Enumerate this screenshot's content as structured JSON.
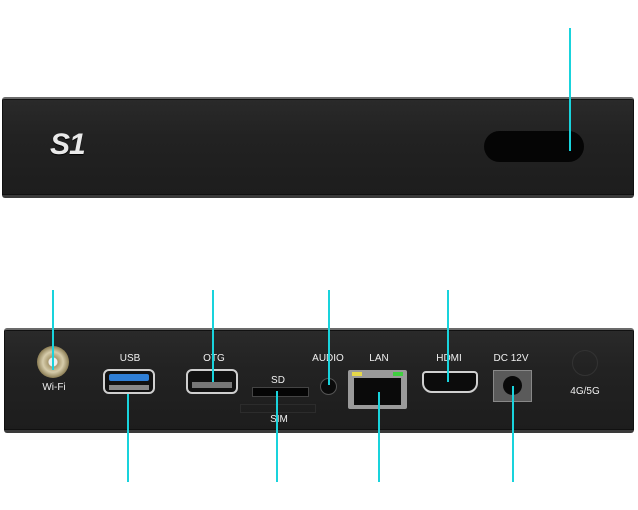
{
  "front": {
    "logo": "S1"
  },
  "back": {
    "ports": {
      "wifi": "Wi-Fi",
      "usb": "USB",
      "otg": "OTG",
      "sd": "SD",
      "sim": "SIM",
      "audio": "AUDIO",
      "lan": "LAN",
      "hdmi": "HDMI",
      "dc": "DC 12V",
      "cellular": "4G/5G"
    }
  },
  "colors": {
    "callout_line": "#19d3dc",
    "usb3_blue": "#2f7fd6",
    "lan_led_left": "#e6d84a",
    "lan_led_right": "#3fcf3f"
  }
}
